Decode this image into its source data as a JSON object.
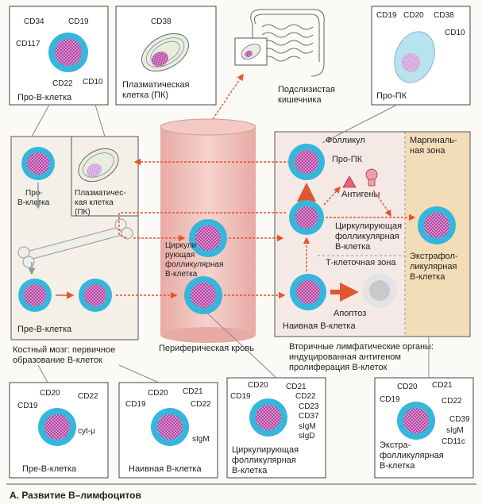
{
  "colors": {
    "cell_ring": "#37b6dc",
    "cell_nucleus": "#a23c98",
    "blood_vessel": "#f2c4bf",
    "marginal_zone": "#f3ddb9",
    "follicle": "#f7e8e6",
    "arrow": "#e2552e"
  },
  "panels": {
    "pro_b": {
      "markers": [
        "CD34",
        "CD19",
        "CD117",
        "CD22",
        "CD10"
      ],
      "caption": "Про-В-клетка"
    },
    "plasma": {
      "marker": "CD38",
      "caption_line1": "Плазматическая",
      "caption_line2": "клетка (ПК)"
    },
    "gut": {
      "caption_line1": "Подслизистая",
      "caption_line2": "кишечника"
    },
    "pro_pc": {
      "markers": [
        "CD19",
        "CD20",
        "CD38",
        "CD10"
      ],
      "caption": "Про-ПК"
    },
    "pre_b": {
      "markers": [
        "CD20",
        "CD22",
        "CD19",
        "cyt-μ"
      ],
      "caption": "Пре-В-клетка"
    },
    "naive_b": {
      "markers": [
        "CD20",
        "CD21",
        "CD19",
        "CD22",
        "sIgM"
      ],
      "caption": "Наивная В-клетка"
    },
    "circ_follicular": {
      "markers": [
        "CD20",
        "CD21",
        "CD19",
        "CD22",
        "CD23",
        "CD37",
        "sIgM",
        "sIgD"
      ],
      "caption_line1": "Циркулирующая",
      "caption_line2": "фолликулярная",
      "caption_line3": "В-клетка"
    },
    "extrafollicular": {
      "markers": [
        "CD20",
        "CD21",
        "CD19",
        "CD22",
        "CD39",
        "sIgM",
        "CD11c"
      ],
      "caption_line1": "Экстра-",
      "caption_line2": "фолликулярная",
      "caption_line3": "В-клетка"
    }
  },
  "marrow": {
    "pro_b_line1": "Про-",
    "pro_b_line2": "В-клетка",
    "plasma_line1": "Плазматичес-",
    "plasma_line2": "кая клетка",
    "plasma_line3": "(ПК)",
    "pre_b": "Пре-В-клетка",
    "caption_line1": "Костный мозг: первичное",
    "caption_line2": "образование В-клеток"
  },
  "blood": {
    "circ_line1": "Циркули",
    "circ_line2": "рующая",
    "circ_line3": "фолликулярная",
    "circ_line4": "В-клетка",
    "caption": "Периферическая кровь"
  },
  "secondary": {
    "follicle": "Фолликул",
    "marginal_line1": "Маргиналь-",
    "marginal_line2": "ная зона",
    "pro_pc": "Про-ПК",
    "antigens": "Антигены",
    "circ_line1": "Циркулирующая",
    "circ_line2": "фолликулярная",
    "circ_line3": "В-клетка",
    "t_zone": "Т-клеточная зона",
    "extra_line1": "Экстрафол-",
    "extra_line2": "ликулярная",
    "extra_line3": "В-клетка",
    "apoptosis": "Апоптоз",
    "naive": "Наивная В-клетка",
    "caption_line1": "Вторичные лимфатические органы:",
    "caption_line2": "индуцированная антигеном",
    "caption_line3": "пролиферация В-клеток"
  },
  "figure_title": "А. Развитие В–лимфоцитов"
}
